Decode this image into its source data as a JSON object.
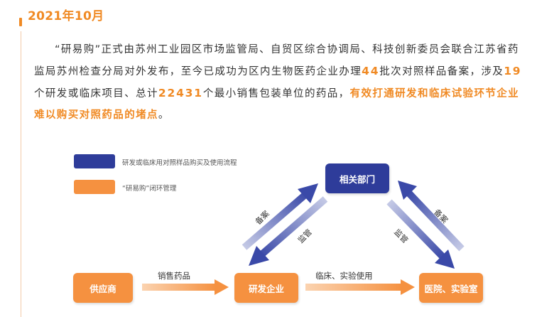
{
  "header": {
    "year_month": "2021年10月"
  },
  "paragraph": {
    "p1": "“研易购”正式由苏州工业园区市场监管局、自贸区综合协调局、科技创新委员会联合江苏省药监局苏州检查分局对外发布，至今已成功为区内生物医药企业办理",
    "n1": "44",
    "p2": "批次对照样品备案，涉及",
    "n2": "19",
    "p3": "个研发或临床项目、总计",
    "n3": "22431",
    "p4": "个最小销售包装单位的药品，",
    "highlight": "有效打通研发和临床试验环节企业难以购买对照药品的堵点",
    "end": "。"
  },
  "legend": {
    "blue_label": "研发或临床用对照样品购买及使用流程",
    "orange_label": "“研易购”闭环管理"
  },
  "nodes": {
    "dept": "相关部门",
    "supplier": "供应商",
    "rd": "研发企业",
    "hospital": "医院、实验室"
  },
  "labels": {
    "sell": "销售药品",
    "use": "临床、实验使用",
    "file_left": "备案",
    "supervise_left": "监管",
    "supervise_right": "监管",
    "file_right": "备案"
  },
  "colors": {
    "accent_orange": "#f08a24",
    "navy": "#2e3c9a",
    "light_orange": "#f59140"
  }
}
